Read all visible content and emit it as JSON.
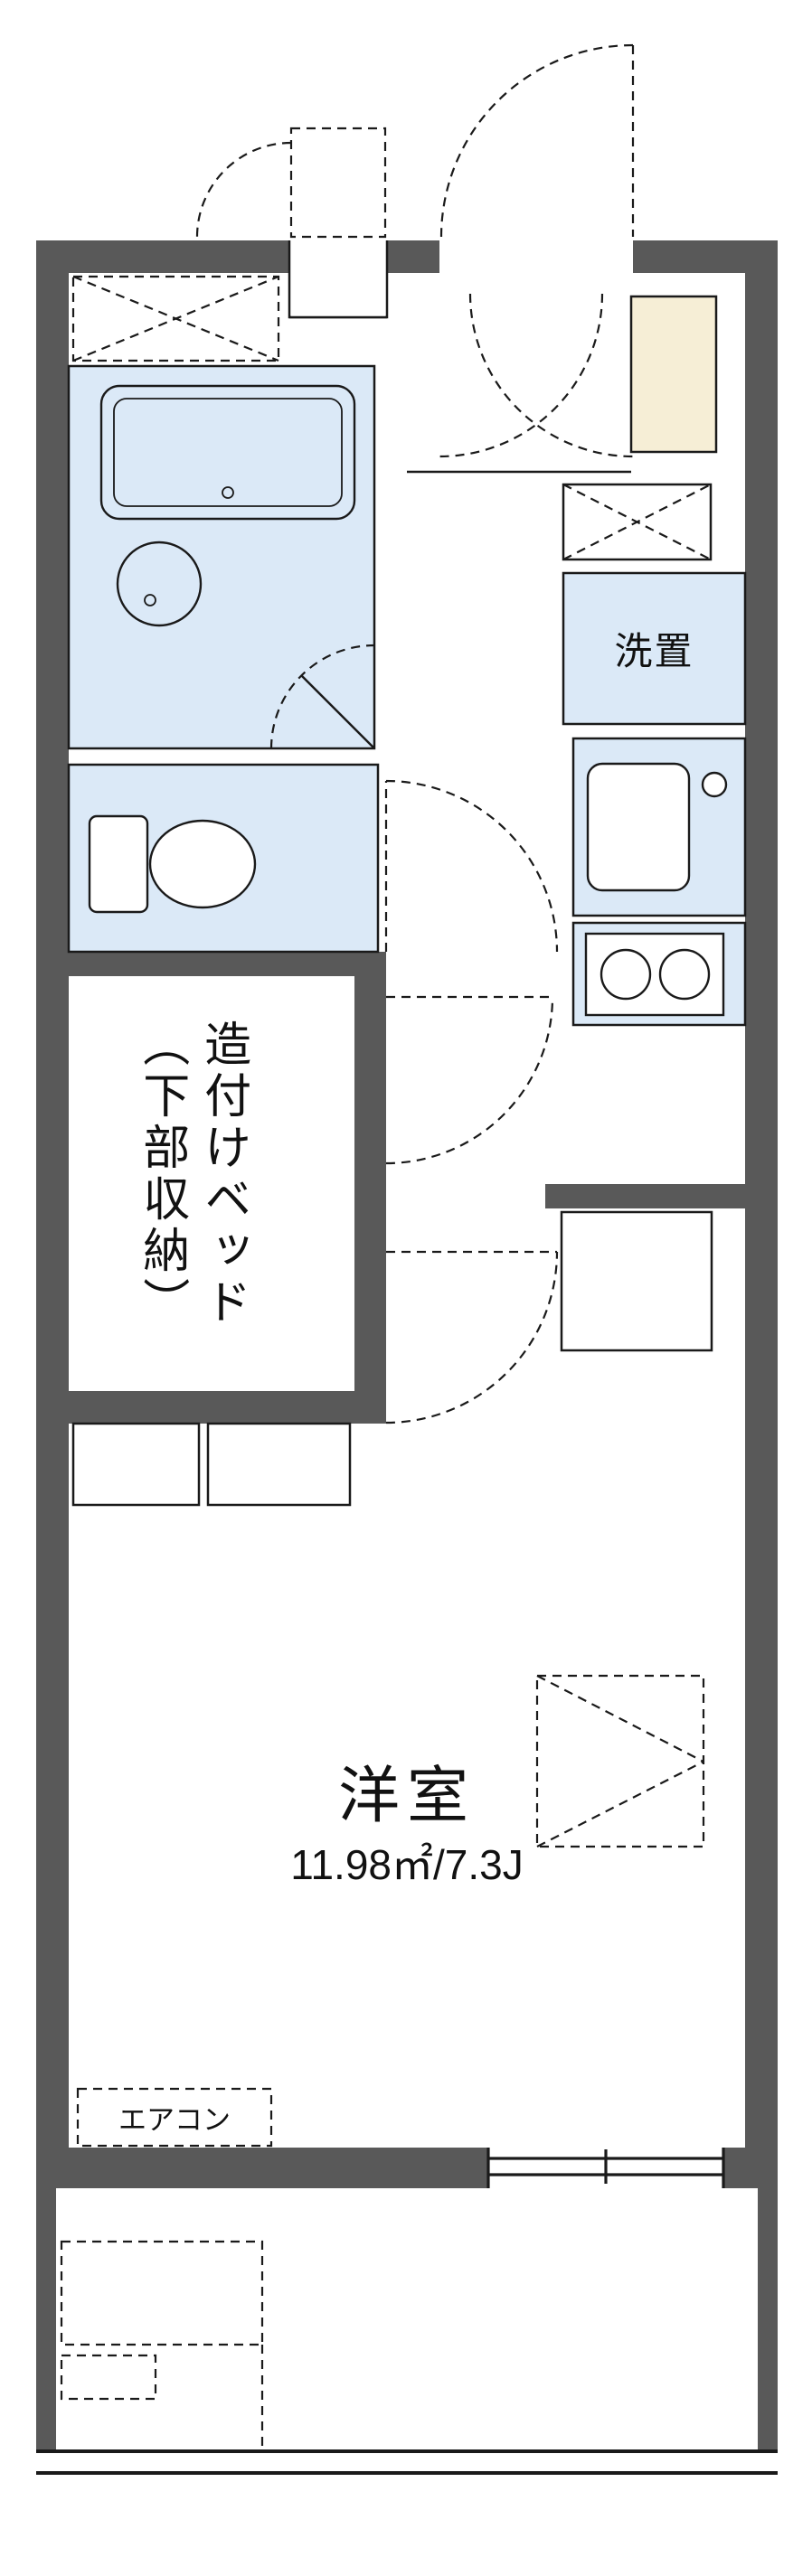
{
  "colors": {
    "wall": "#595959",
    "water": "#dbe9f7",
    "panel": "#f6eed6",
    "line": "#1a1a1a",
    "bg": "#ffffff"
  },
  "labels": {
    "washer": "洗置",
    "bed_main": "造付けベッド",
    "bed_sub": "（下部収納）",
    "room_name": "洋室",
    "room_size": "11.98㎡/7.3J",
    "aircon": "エアコン"
  }
}
